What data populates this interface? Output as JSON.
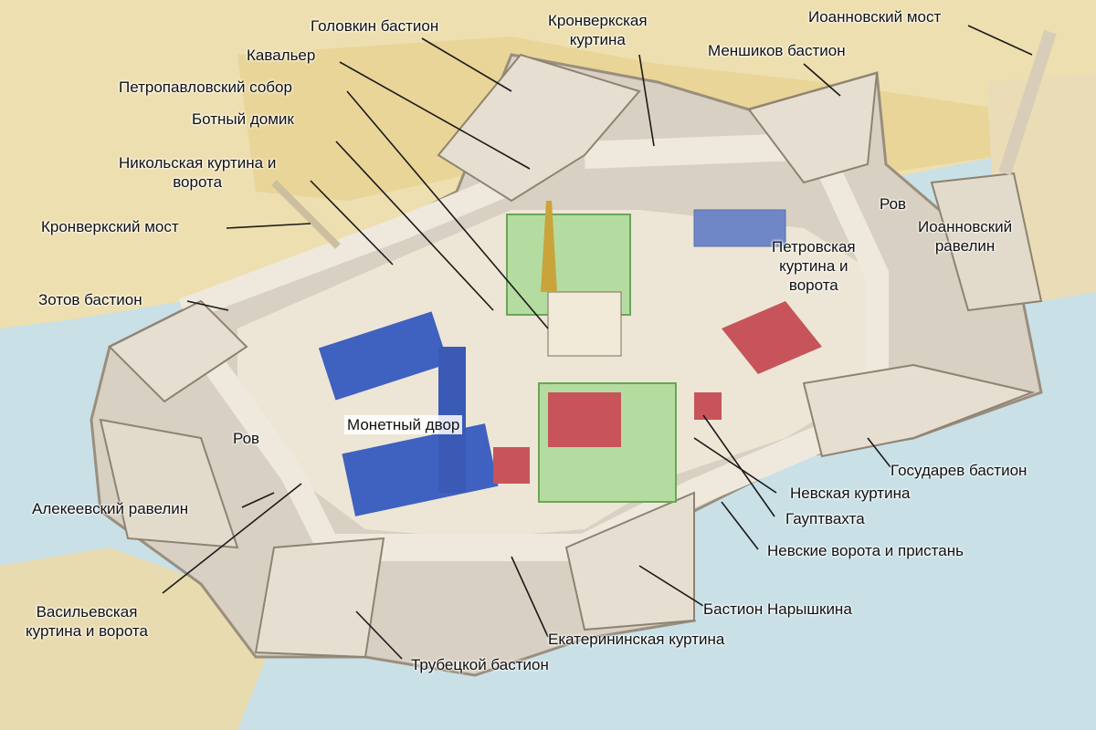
{
  "colors": {
    "water": "#c6dee6",
    "sand": "#eed9a4",
    "wall": "#e4ddd0",
    "wall_shadow": "#a79b8a",
    "roof_blue": "#3f61bf",
    "roof_red": "#c7545a",
    "green": "#9fd08a",
    "leader": "#1a1a1a"
  },
  "labels": {
    "golovkin": "Головкин бастион",
    "kronverk_curtain_1": "Кронверкская",
    "kronverk_curtain_2": "куртина",
    "ioannovsky_bridge": "Иоанновский мост",
    "kavaler": "Кавальер",
    "menshikov": "Меншиков бастион",
    "cathedral": "Петропавловский собор",
    "boat_house": "Ботный домик",
    "nikolskaya_1": "Никольская куртина и",
    "nikolskaya_2": "ворота",
    "kronverk_bridge": "Кронверкский мост",
    "moat_right": "Ров",
    "ioannovsky_ravelin_1": "Иоанновский",
    "ioannovsky_ravelin_2": "равелин",
    "petrovskaya_1": "Петровская",
    "petrovskaya_2": "куртина и",
    "petrovskaya_3": "ворота",
    "zotov": "Зотов бастион",
    "moat_left": "Ров",
    "mint": "Монетный двор",
    "gosudarev": "Государев бастион",
    "nevskaya_curtain": "Невская куртина",
    "alekseevsky": "Алекеевский равелин",
    "guardhouse": "Гауптвахта",
    "nevsky_gate": "Невские ворота и пристань",
    "vasilyevskaya_1": "Васильевская",
    "vasilyevskaya_2": "куртина и ворота",
    "naryshkin": "Бастион Нарышкина",
    "ekaterininskaya": "Екатерининская куртина",
    "trubetskoy": "Трубецкой бастион"
  }
}
